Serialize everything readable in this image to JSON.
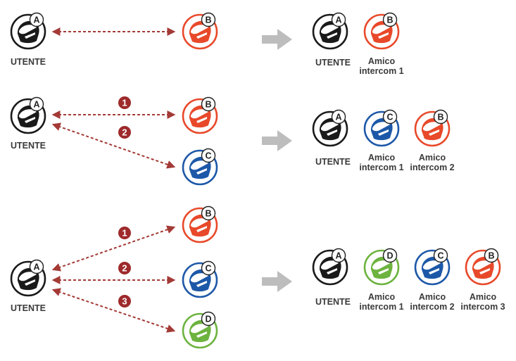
{
  "user_label": "UTENTE",
  "friend_label_line1": "Amico",
  "friend_label_line2": [
    "intercom 1",
    "intercom 2",
    "intercom 3"
  ],
  "letters": {
    "user": "A",
    "friend1": "B",
    "friend2": "C",
    "friend3": "D"
  },
  "step_numbers": [
    "1",
    "2",
    "3"
  ],
  "colors": {
    "user": "#1a1a1a",
    "friend_b": "#e8492a",
    "friend_c": "#1d58a8",
    "friend_d": "#6db33f",
    "dashed_arrow": "#a33a36",
    "step_badge": "#9e2a2b",
    "big_arrow": "#bdbdbd",
    "text": "#3a3a3a"
  },
  "icons": {
    "helmet": "helmet-icon",
    "arrow": "right-arrow-icon"
  }
}
